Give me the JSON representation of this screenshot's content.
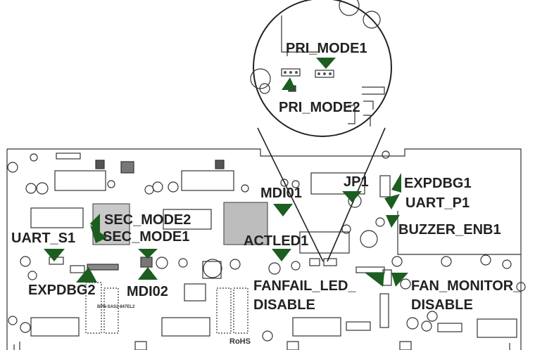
{
  "colors": {
    "label_text": "#222222",
    "arrow": "#1b5e20",
    "board_line": "#333333"
  },
  "silkscreen": {
    "rohs": "RoHS",
    "board_model": "BPN-SAS2-847EL2"
  },
  "callouts": {
    "pri_mode1": "PRI_MODE1",
    "pri_mode2": "PRI_MODE2",
    "mdi01": "MDI01",
    "jp1": "JP1",
    "expdbg1": "EXPDBG1",
    "uart_p1": "UART_P1",
    "buzzer_enb1": "BUZZER_ENB1",
    "sec_mode2": "SEC_MODE2",
    "sec_mode1": "SEC_MODE1",
    "uart_s1": "UART_S1",
    "actled1": "ACTLED1",
    "expdbg2": "EXPDBG2",
    "mdi02": "MDI02",
    "fanfail_led_disable": "FANFAIL_LED_\nDISABLE",
    "fan_monitor_disable": "FAN_MONITOR_\nDISABLE"
  }
}
